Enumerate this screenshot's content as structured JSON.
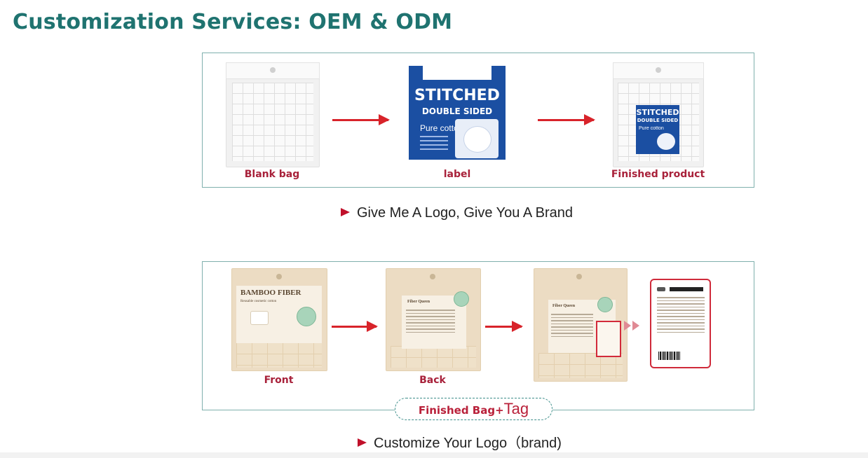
{
  "page": {
    "title": "Customization Services: OEM & ODM"
  },
  "panel1": {
    "captions": [
      "Blank bag",
      "label",
      "Finished product"
    ],
    "label_card": {
      "line1": "STITCHED",
      "line2": "DOUBLE SIDED",
      "line3": "Pure cotton"
    },
    "note": "Give Me A Logo, Give You A Brand"
  },
  "panel2": {
    "captions": [
      "Front",
      "Back"
    ],
    "front_bag": {
      "line1": "BAMBOO FIBER",
      "line2": "Reusable cosmetic cotton"
    },
    "back_bag": {
      "line1": "Fiber Queen"
    },
    "finished_tag": {
      "text": "Finished Bag+",
      "big": "Tag"
    },
    "note": "Customize Your Logo（brand)"
  },
  "colors": {
    "title": "#1f7370",
    "arrow": "#d8232a",
    "caption": "#a8213a",
    "panel_border": "#7fb0ad",
    "label_blue": "#1b4fa2"
  }
}
